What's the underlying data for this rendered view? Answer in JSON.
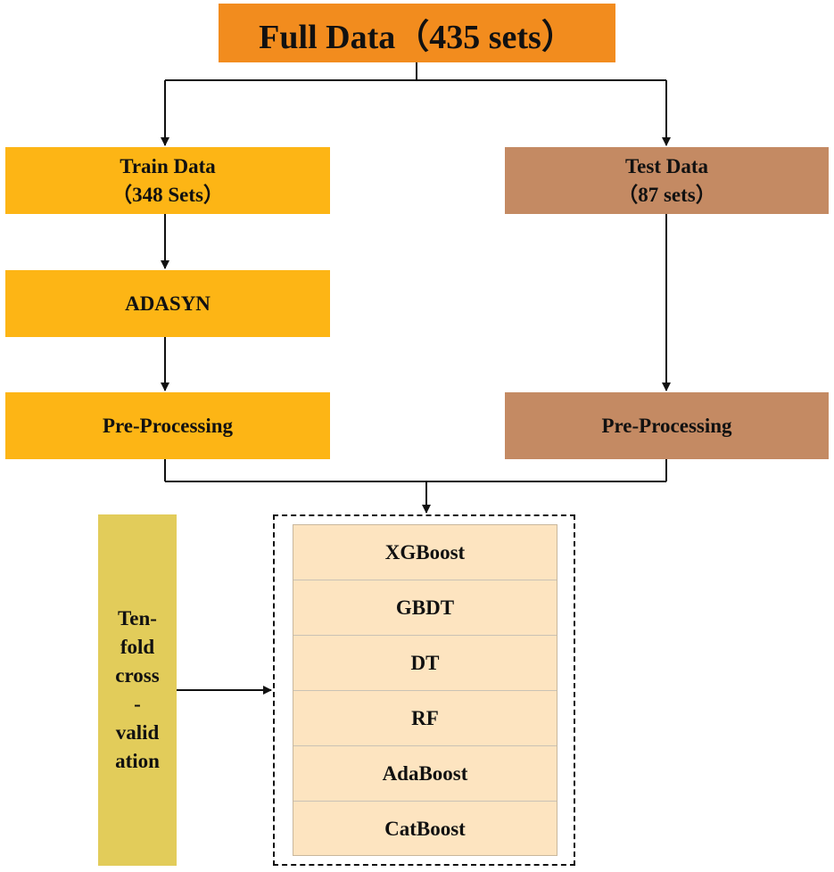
{
  "full_data": {
    "title": "Full Data（435 sets）"
  },
  "train_data": {
    "line1": "Train Data",
    "line2": "（348 Sets）"
  },
  "adasyn": {
    "label": "ADASYN"
  },
  "train_preprocessing": {
    "label": "Pre-Processing"
  },
  "test_data": {
    "line1": "Test Data",
    "line2": "（87 sets）"
  },
  "test_preprocessing": {
    "label": "Pre-Processing"
  },
  "cross_validation": {
    "lines": [
      "Ten-",
      "fold",
      "cross",
      "-",
      "valid",
      "ation"
    ]
  },
  "models": [
    "XGBoost",
    "GBDT",
    "DT",
    "RF",
    "AdaBoost",
    "CatBoost"
  ],
  "colors": {
    "full_data": "#F28C1E",
    "train_branch": "#FDB515",
    "test_branch": "#C48A63",
    "cross_validation": "#E2CC5A",
    "models_panel": "#FDE4C0"
  }
}
